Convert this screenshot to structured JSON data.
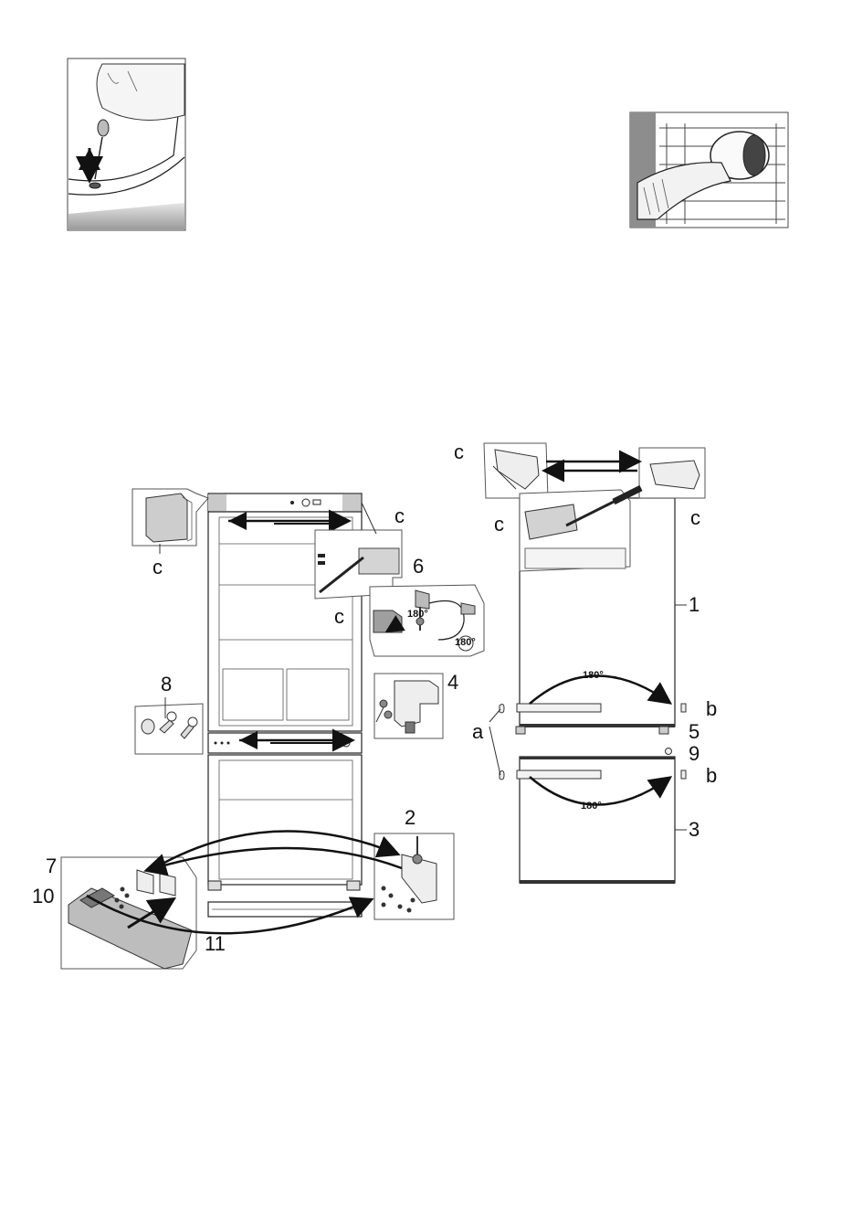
{
  "labels": {
    "c": "c",
    "a": "a",
    "b": "b",
    "n1": "1",
    "n2": "2",
    "n3": "3",
    "n4": "4",
    "n5": "5",
    "n6": "6",
    "n7": "7",
    "n8": "8",
    "n9": "9",
    "n10": "10",
    "n11": "11",
    "deg180": "180°"
  },
  "icons": {
    "defrost_photo": "hand-pulling-drain-plug-icon",
    "brush_photo": "hand-brushing-condenser-icon"
  }
}
